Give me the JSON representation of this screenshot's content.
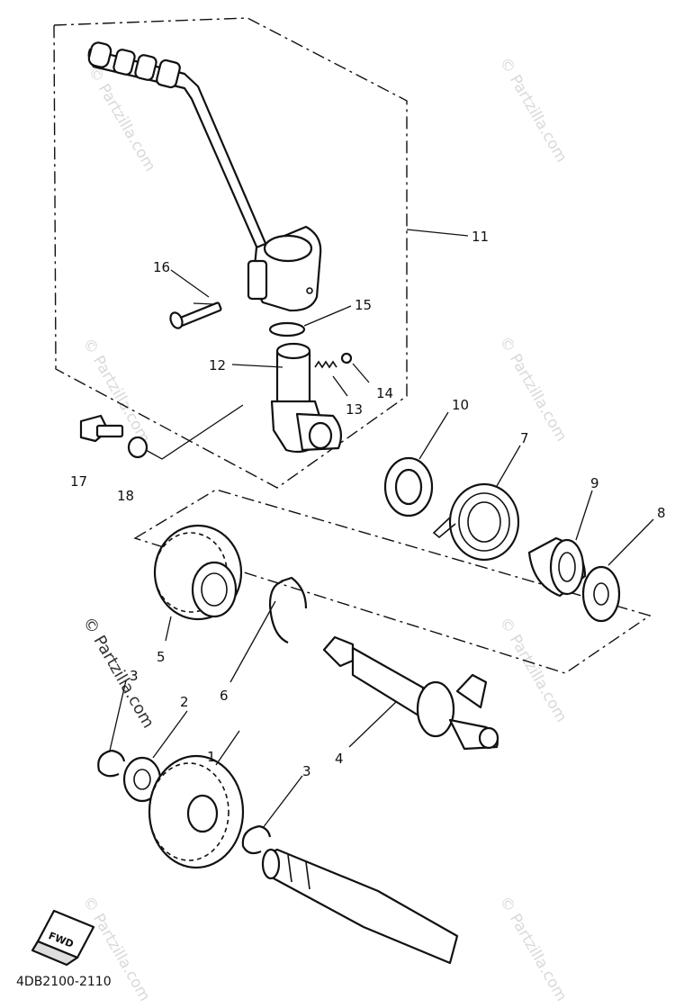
{
  "diagram": {
    "part_labels": {
      "p1": "1",
      "p2": "2",
      "p3a": "3",
      "p3b": "3",
      "p4": "4",
      "p5": "5",
      "p6": "6",
      "p7": "7",
      "p8": "8",
      "p9": "9",
      "p10": "10",
      "p11": "11",
      "p12": "12",
      "p13": "13",
      "p14": "14",
      "p15": "15",
      "p16": "16",
      "p17": "17",
      "p18": "18"
    },
    "fwd_label": "FWD",
    "drawing_code": "4DB2100-2110",
    "watermark": "© Partzilla.com"
  }
}
